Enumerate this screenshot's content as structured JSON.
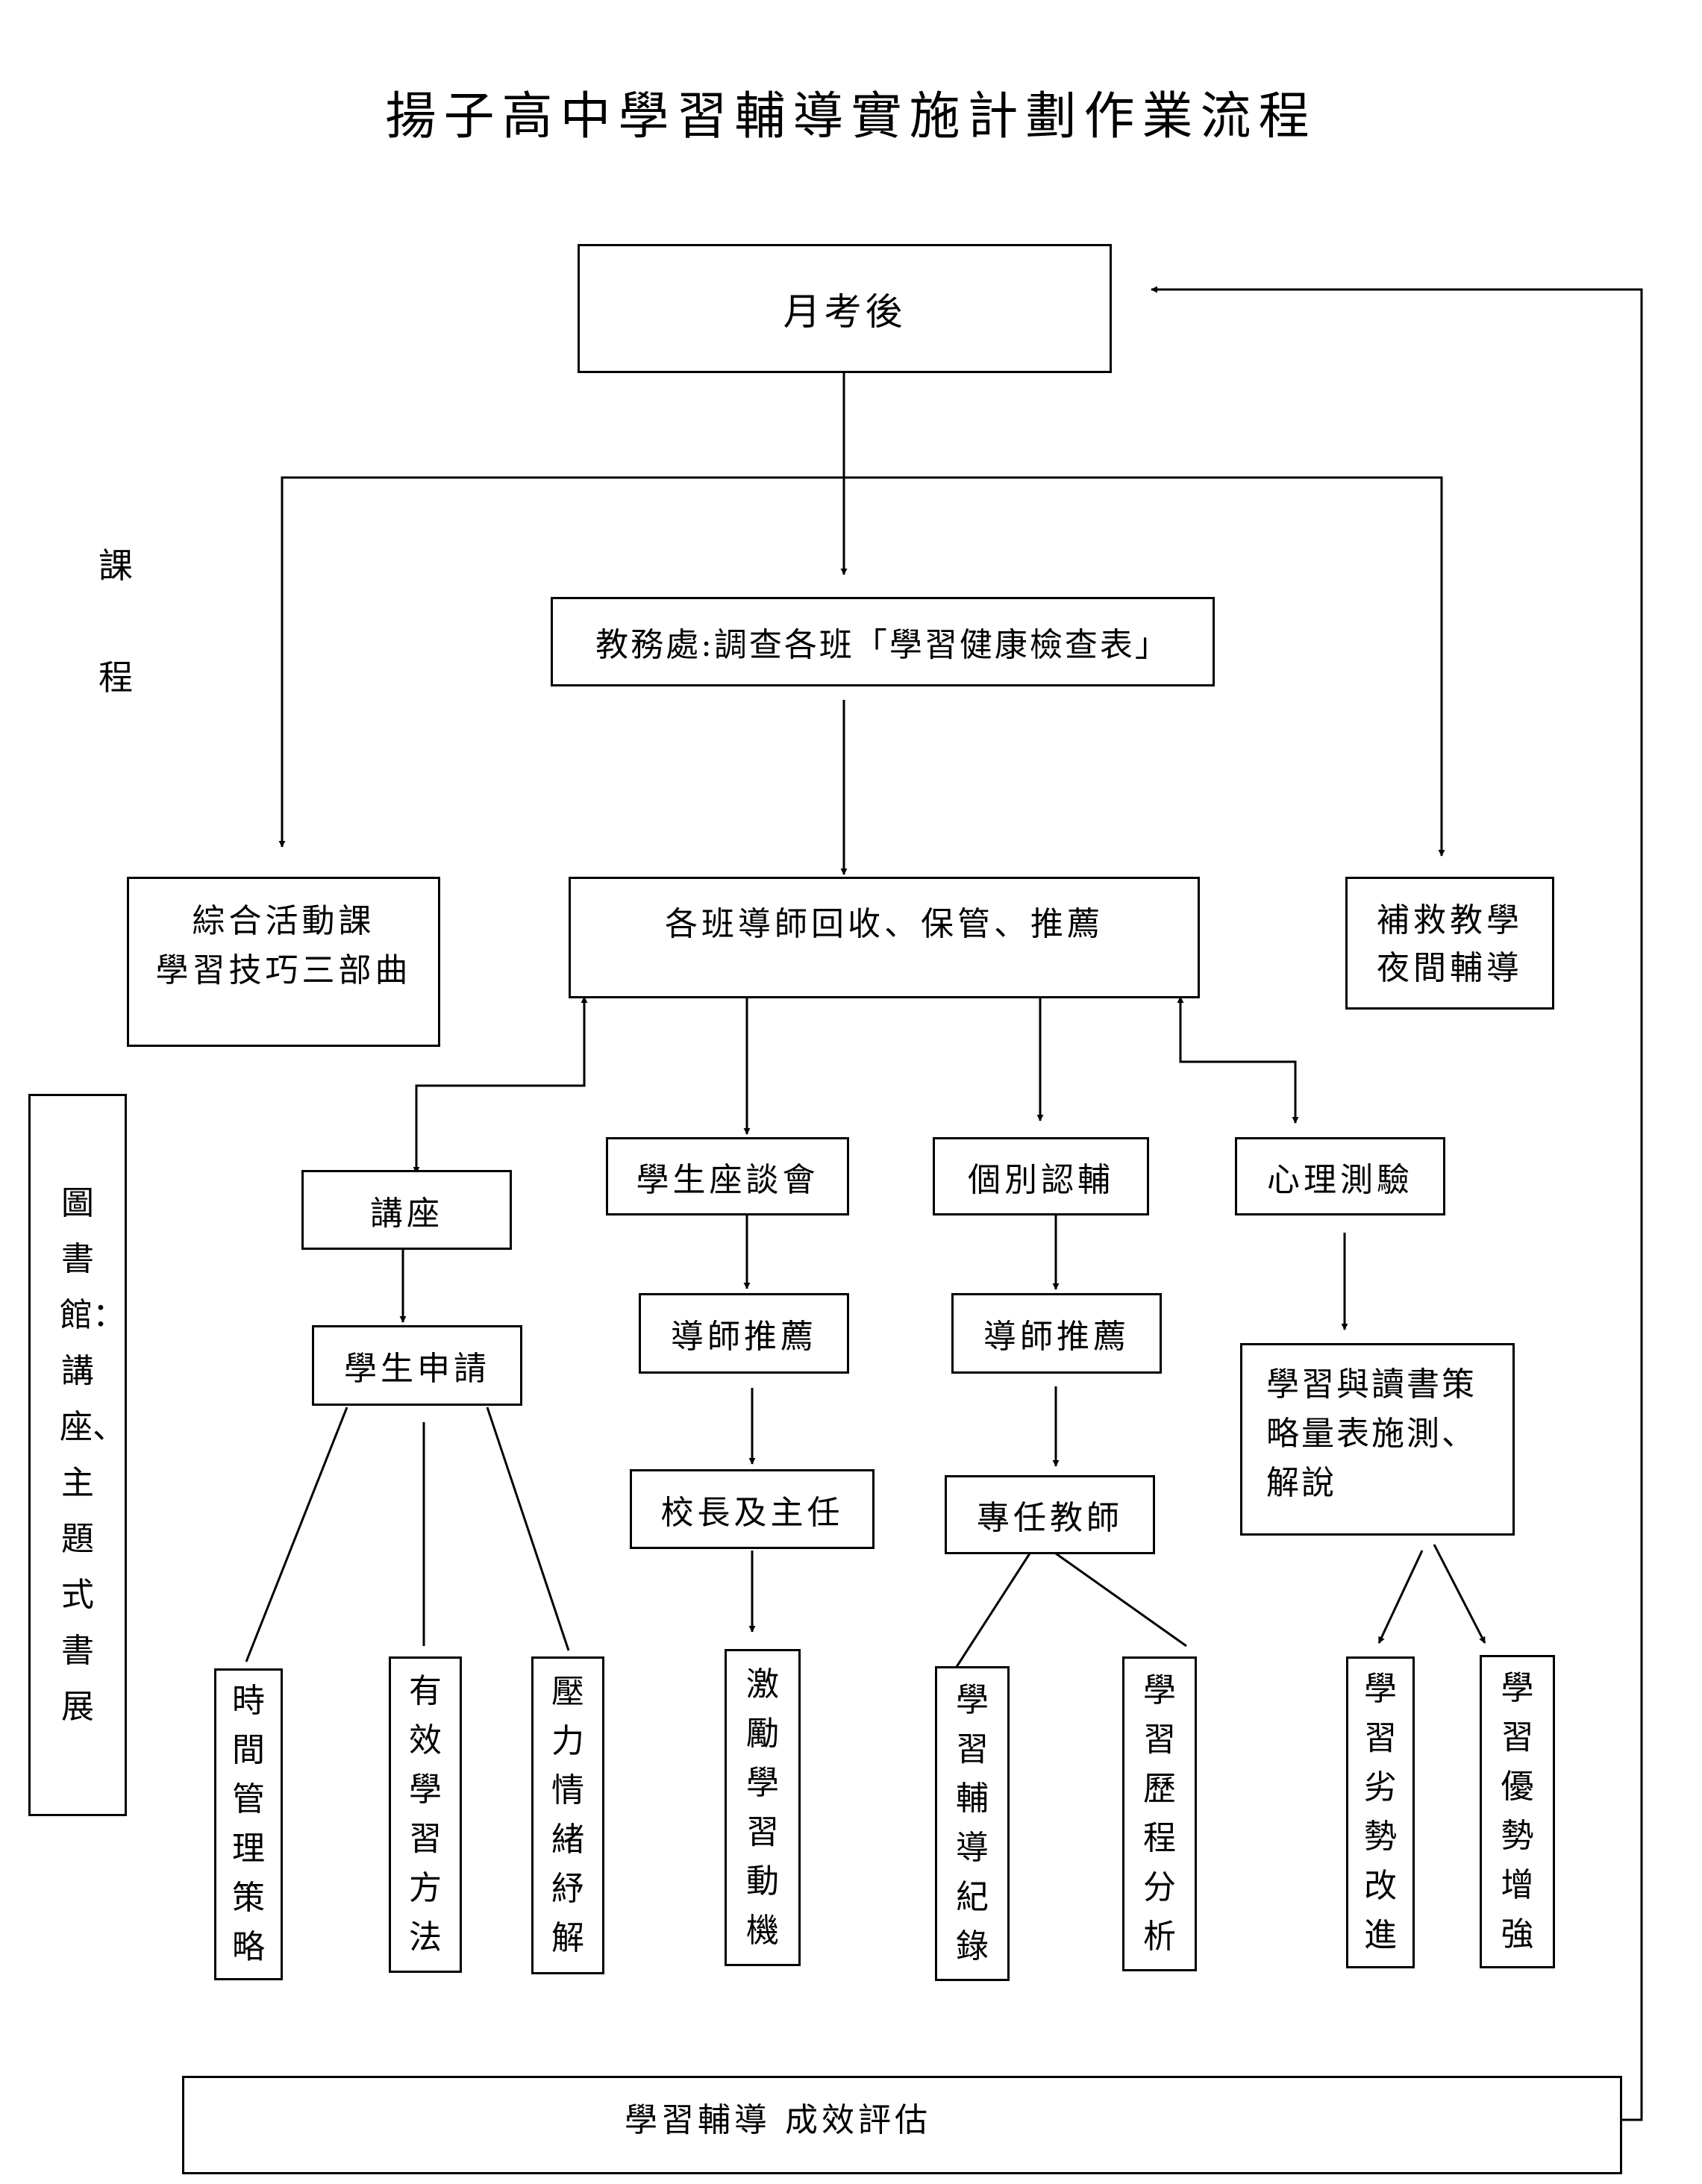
{
  "title": "揚子高中學習輔導實施計劃作業流程",
  "side_label_top": "課",
  "side_label_bottom": "程",
  "library_box": "圖書館：講座、主題式書展",
  "nodes": {
    "after_exam": "月考後",
    "academic_office": "教務處:調查各班「學習健康檢查表」",
    "comprehensive_line1": "綜合活動課",
    "comprehensive_line2": "學習技巧三部曲",
    "homeroom": "各班導師回收、保管、推薦",
    "remedial_line1": "補救教學",
    "remedial_line2": "夜間輔導",
    "lecture": "講座",
    "student_forum": "學生座談會",
    "individual": "個別認輔",
    "psych_test": "心理測驗",
    "student_apply": "學生申請",
    "teacher_recommend_1": "導師推薦",
    "teacher_recommend_2": "導師推薦",
    "principal": "校長及主任",
    "fulltime_teacher": "專任教師",
    "strategy_line1": "學習與讀書策",
    "strategy_line2": "略量表施測、",
    "strategy_line3": "解說",
    "time_management": "時間管理策略",
    "effective_learning": "有效學習方法",
    "stress_relief": "壓力情緒紓解",
    "motivation": "激勵學習動機",
    "counseling_record": "學習輔導紀錄",
    "learning_history": "學習歷程分析",
    "improve_weakness": "學習劣勢改進",
    "enhance_strength": "學習優勢增強",
    "evaluation": "學習輔導 成效評估"
  }
}
